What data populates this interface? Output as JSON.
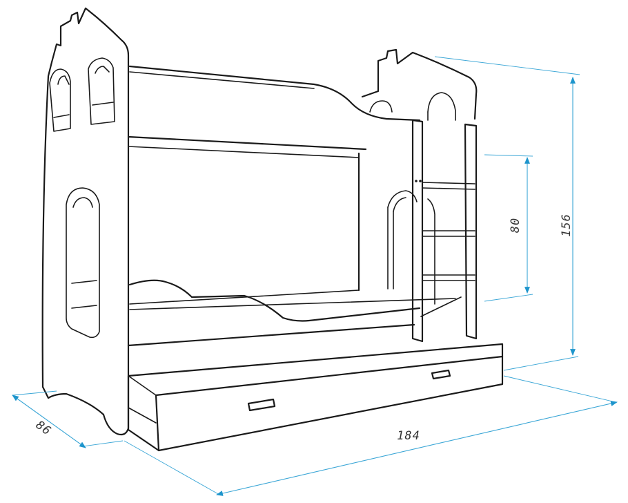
{
  "dimensions": {
    "width": "184",
    "depth": "86",
    "height": "156",
    "lower_clearance": "80"
  },
  "colors": {
    "outline": "#1a1a1a",
    "dimension_line": "#3aa6d6",
    "arrow": "#1e95cc",
    "label": "#333333"
  }
}
